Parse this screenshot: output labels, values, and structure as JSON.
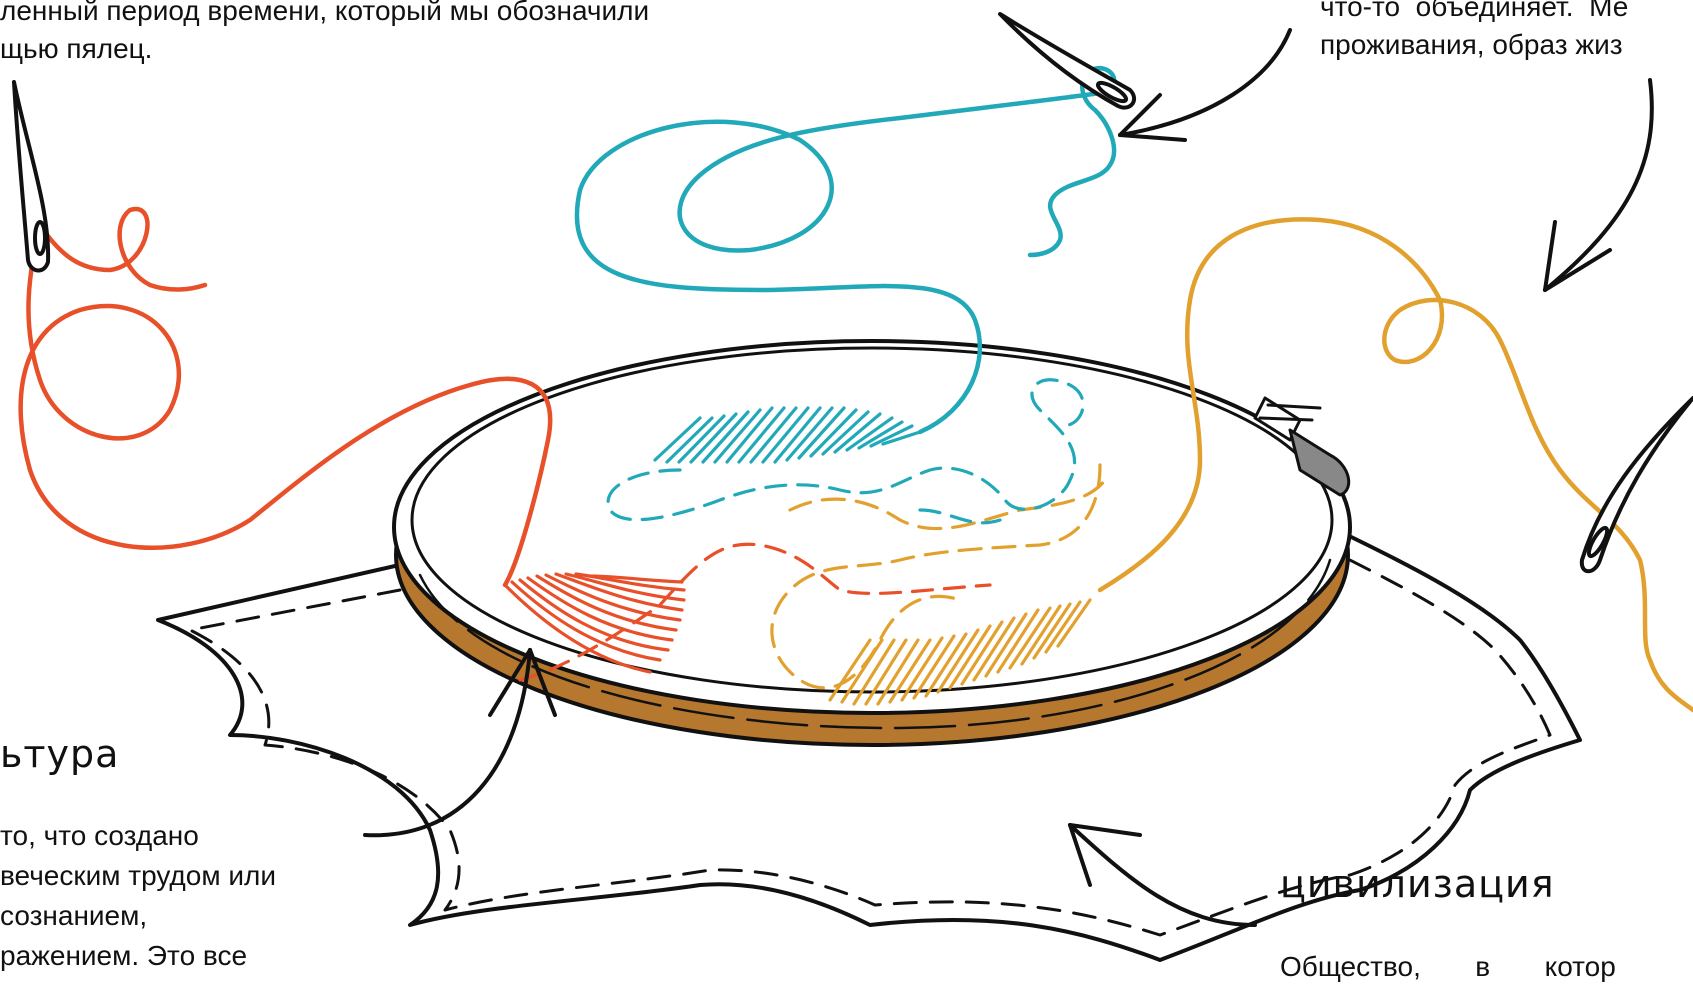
{
  "top_left_text": {
    "line1": "ленный период времени, который мы обозначили",
    "line2": "щью пялец."
  },
  "top_right_text": {
    "line1": "что-то  объединяет.  Ме",
    "line2": "проживания, образ жиз"
  },
  "culture": {
    "heading": "ьтура",
    "line1": "то, что создано",
    "line2": "веческим трудом или",
    "line3": "сознанием,",
    "line4": "ражением. Это все"
  },
  "civilization": {
    "heading": "цивилизация",
    "line1": "Общество,       в       котор"
  },
  "colors": {
    "thread_red": "#E8502A",
    "thread_teal": "#22A9B9",
    "thread_orange": "#E2A12E",
    "hoop_wood": "#B6772F",
    "ink": "#111111"
  },
  "icons": [
    "needle-left-icon",
    "needle-top-icon",
    "needle-right-icon",
    "hoop-clamp-icon"
  ]
}
